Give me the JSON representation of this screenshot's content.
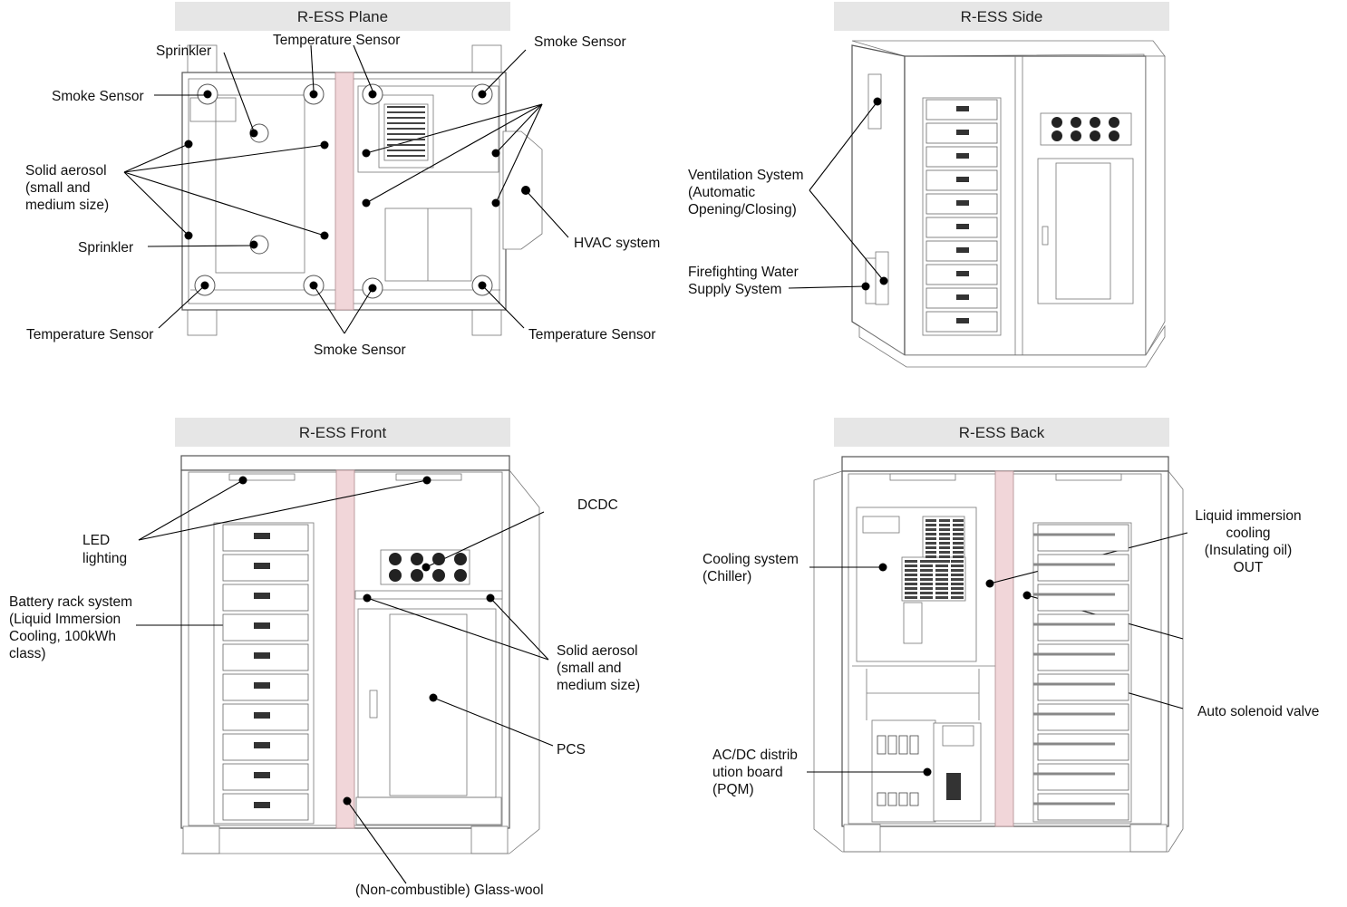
{
  "panels": {
    "plane": {
      "title": "R-ESS Plane"
    },
    "side": {
      "title": "R-ESS Side"
    },
    "front": {
      "title": "R-ESS Front"
    },
    "back": {
      "title": "R-ESS Back"
    }
  },
  "labels": {
    "plane": {
      "sprinkler_top": "Sprinkler",
      "temperature_sensor_top": "Temperature Sensor",
      "smoke_sensor_top_right": "Smoke Sensor",
      "smoke_sensor_left": "Smoke Sensor",
      "solid_aerosol_l1": "Solid aerosol",
      "solid_aerosol_l2": "(small and",
      "solid_aerosol_l3": "medium size)",
      "sprinkler_bottom": "Sprinkler",
      "hvac": "HVAC system",
      "temperature_sensor_bottom_left": "Temperature Sensor",
      "smoke_sensor_bottom": "Smoke Sensor",
      "temperature_sensor_bottom_right": "Temperature Sensor"
    },
    "side": {
      "ventilation_l1": "Ventilation System",
      "ventilation_l2": "(Automatic",
      "ventilation_l3": "Opening/Closing)",
      "water_l1": "Firefighting Water",
      "water_l2": "Supply System"
    },
    "front": {
      "dcdc": "DCDC",
      "led_l1": "LED",
      "led_l2": "lighting",
      "battery_l1": "Battery rack system",
      "battery_l2": "(Liquid Immersion",
      "battery_l3": "Cooling, 100kWh",
      "battery_l4": "class)",
      "aerosol_l1": "Solid aerosol",
      "aerosol_l2": "(small and",
      "aerosol_l3": "medium size)",
      "pcs": "PCS",
      "glasswool": "(Non-combustible) Glass-wool"
    },
    "back": {
      "cooling_l1": "Cooling system",
      "cooling_l2": "(Chiller)",
      "liquid_l1": "Liquid immersion",
      "liquid_l2": "cooling",
      "liquid_l3": "(Insulating oil)",
      "liquid_l4": "OUT",
      "solenoid": "Auto solenoid valve",
      "acdc_l1": "AC/DC distrib",
      "acdc_l2": "ution board",
      "acdc_l3": "(PQM)"
    }
  },
  "colors": {
    "title_bar": "#e6e6e6",
    "glass_wool": "#f1d6d9",
    "line": "#000000"
  }
}
